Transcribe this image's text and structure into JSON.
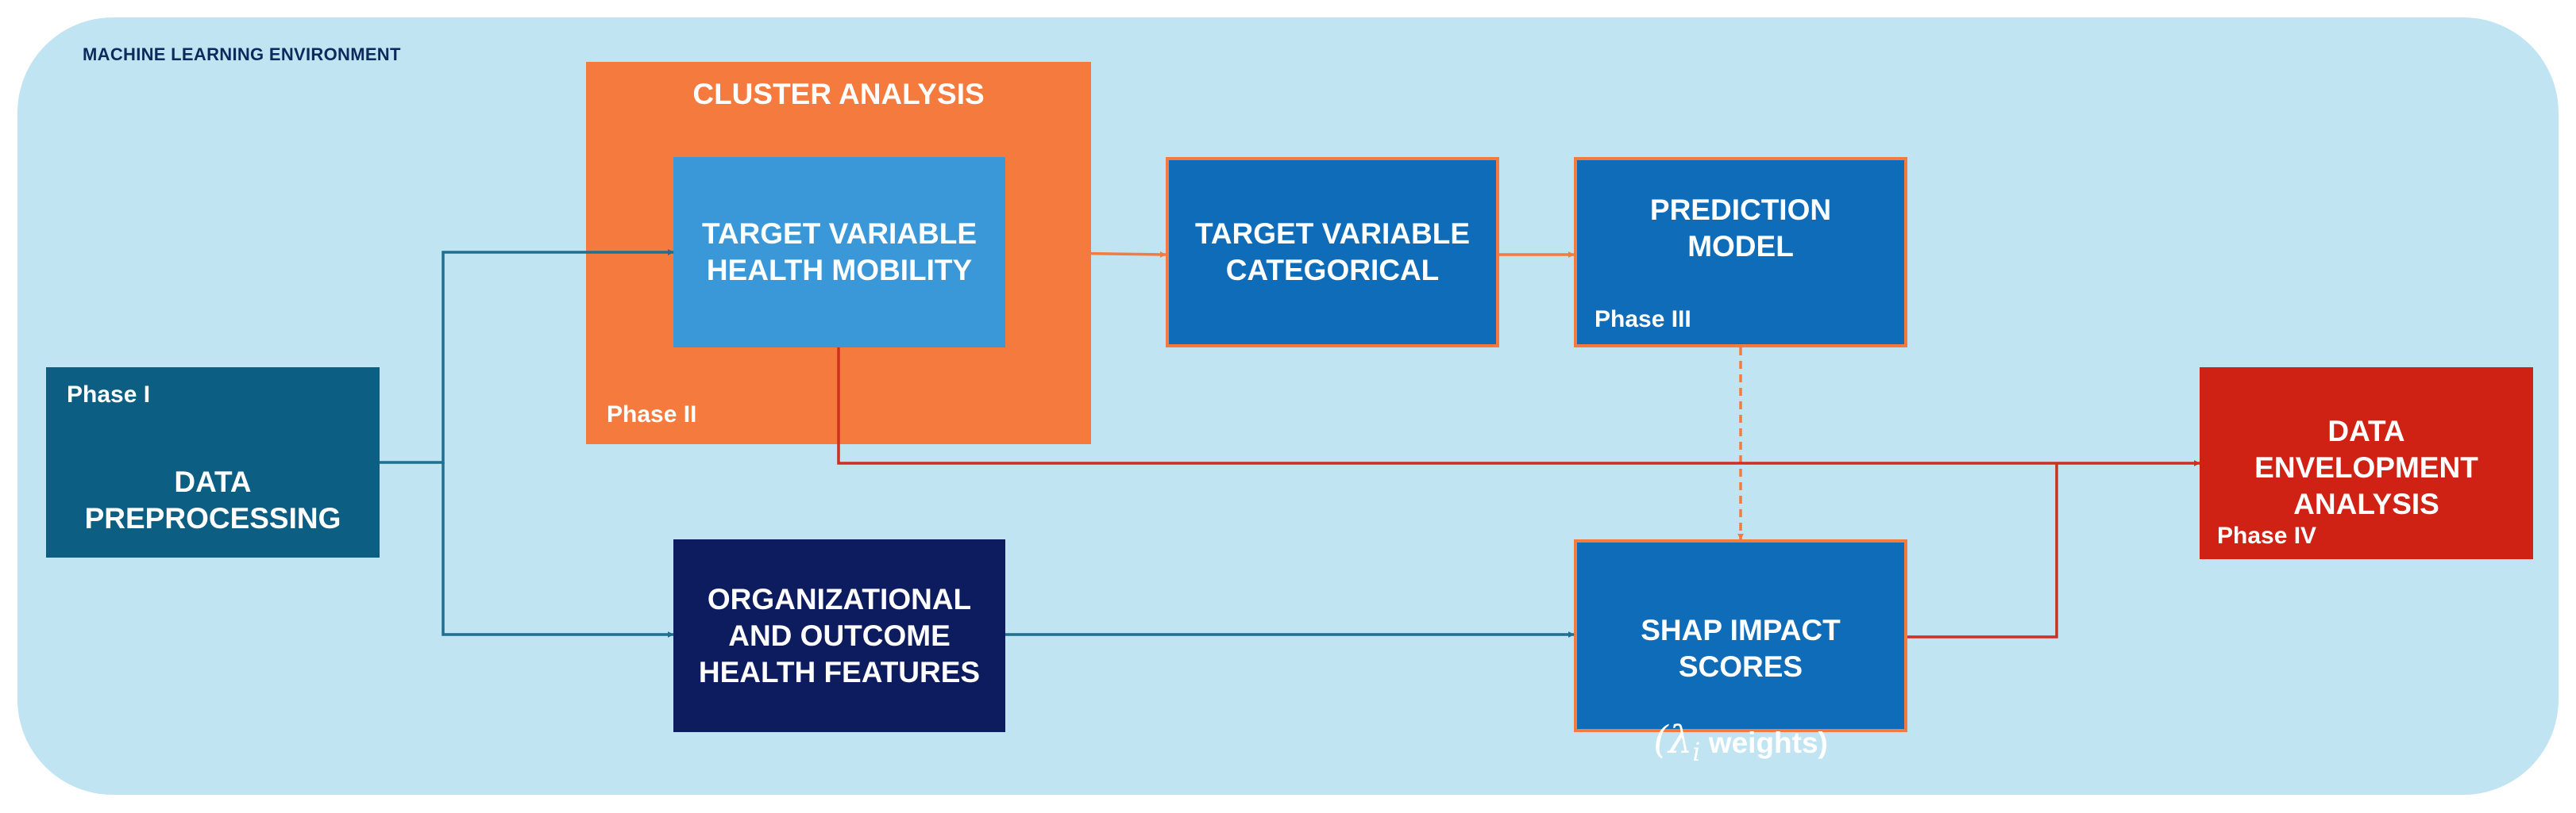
{
  "environment": {
    "title": "MACHINE LEARNING ENVIRONMENT"
  },
  "cluster": {
    "title": "CLUSTER ANALYSIS",
    "phase": "Phase II"
  },
  "nodes": {
    "target_health_mobility": "TARGET VARIABLE\nHEALTH MOBILITY",
    "data_preprocessing": {
      "phase": "Phase I",
      "label": "DATA\nPREPROCESSING"
    },
    "target_categorical": "TARGET VARIABLE\nCATEGORICAL",
    "prediction_model": {
      "label": "PREDICTION\nMODEL",
      "phase": "Phase III"
    },
    "org_features": "ORGANIZATIONAL\nAND OUTCOME\nHEALTH FEATURES",
    "shap": {
      "label": "SHAP IMPACT\nSCORES",
      "lambda": "λ",
      "lambda_sub": "i",
      "weights": "weights)",
      "open_paren": "("
    },
    "dea": {
      "label": "DATA\nENVELOPMENT\nANALYSIS",
      "phase": "Phase IV"
    }
  },
  "colors": {
    "background": "#c1e4f3",
    "phase1": "#0c5e82",
    "cluster": "#f47a3d",
    "health_mobility": "#3a97d8",
    "blue_box": "#0f6cb9",
    "org_features": "#0d1c5e",
    "dea": "#cf2214",
    "connector_teal": "#1e6f91",
    "connector_orange": "#f47a3d",
    "connector_red": "#d02f1e"
  }
}
